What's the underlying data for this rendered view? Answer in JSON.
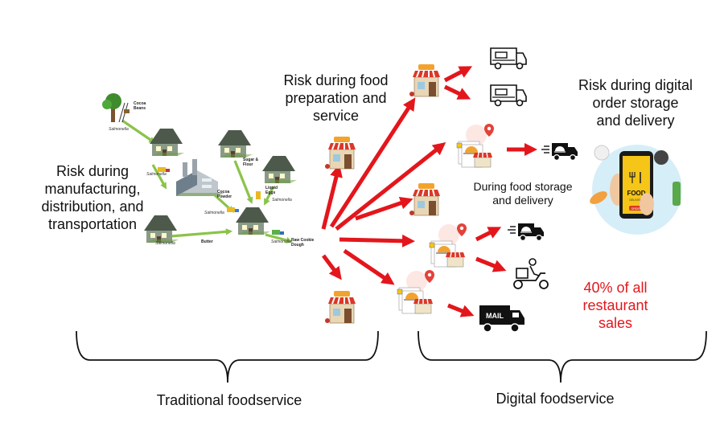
{
  "labels": {
    "manufacturing": "Risk during\nmanufacturing,\ndistribution, and\ntransportation",
    "preparation": "Risk during food\npreparation and\nservice",
    "digital_risk": "Risk during digital\norder storage\nand delivery",
    "storage": "During food storage\nand delivery",
    "stat": "40% of all\nrestaurant\nsales",
    "traditional": "Traditional foodservice",
    "digital": "Digital foodservice"
  },
  "supply_chain": {
    "cocoa_beans": "Cocoa\nBeans",
    "sugar_flour": "Sugar &\nFlour",
    "cocoa_powder": "Cocoa\nPowder",
    "liquid_eggs": "Liquid\nEggs",
    "butter": "Butter",
    "raw_dough": "Raw Cookie\nDough",
    "pathogen": "Salmonella"
  },
  "icons": {
    "mail_truck_text": "MAIL",
    "phone_text": "FOOD",
    "phone_subtext": "DELIVERY",
    "phone_button": "ORDER"
  },
  "colors": {
    "arrow": "#e3161c",
    "stat_text": "#e3161c"
  }
}
